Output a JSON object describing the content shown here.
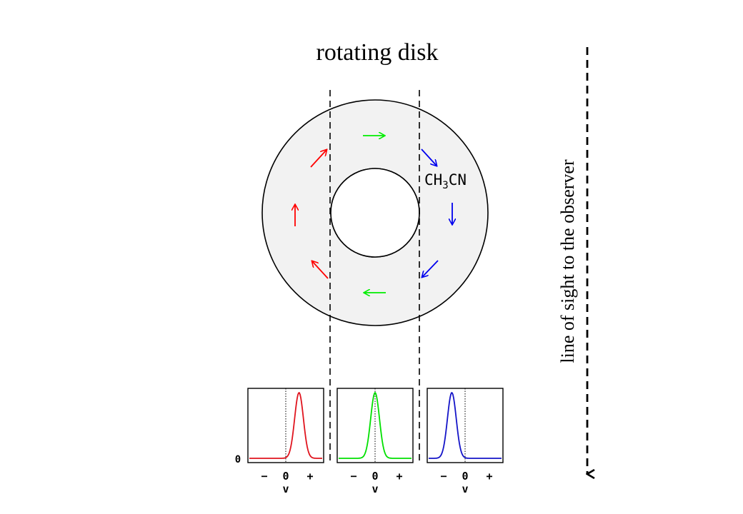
{
  "title": "rotating disk",
  "molecule": {
    "prefix": "CH",
    "subscript": "3",
    "suffix": "CN"
  },
  "sightline_label": "line of sight to the observer",
  "arrow_colors": {
    "approaching": "#ff0000",
    "tangential": "#00ee00",
    "receding": "#0000ee"
  },
  "spectra": [
    {
      "name": "left",
      "color": "#e0141e",
      "peak_offset": 0.35,
      "zero_label": "0",
      "minus_label": "−",
      "plus_label": "+",
      "axis_label": "v"
    },
    {
      "name": "center",
      "color": "#00e000",
      "peak_offset": 0.0,
      "zero_label": "0",
      "minus_label": "−",
      "plus_label": "+",
      "axis_label": "v"
    },
    {
      "name": "right",
      "color": "#1414c8",
      "peak_offset": -0.35,
      "zero_label": "0",
      "minus_label": "−",
      "plus_label": "+",
      "axis_label": "v"
    }
  ],
  "intensity_zero_label": "0"
}
